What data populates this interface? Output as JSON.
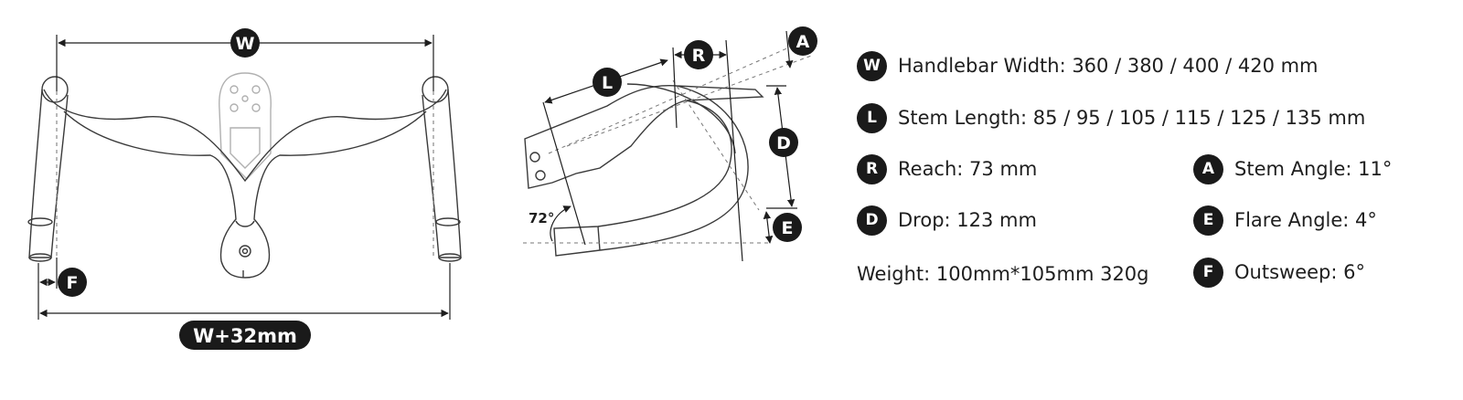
{
  "front_view": {
    "width_marker": "W",
    "outsweep_marker": "F",
    "overall_label": "W+32mm"
  },
  "side_view": {
    "angle_label": "72°",
    "markers": {
      "L": "L",
      "R": "R",
      "A": "A",
      "D": "D",
      "E": "E"
    }
  },
  "specs": [
    {
      "marker": "W",
      "text": "Handlebar Width: 360 / 380 / 400 / 420 mm"
    },
    {
      "marker": "L",
      "text": "Stem Length: 85 / 95 / 105 / 115 / 125 / 135 mm"
    },
    {
      "marker": "R",
      "text": "Reach: 73 mm"
    },
    {
      "marker": "D",
      "text": "Drop: 123 mm"
    },
    {
      "marker": "",
      "text": "Weight: 100mm*105mm 320g"
    },
    {
      "marker": "A",
      "text": "Stem Angle: 11°"
    },
    {
      "marker": "E",
      "text": "Flare Angle: 4°"
    },
    {
      "marker": "F",
      "text": "Outsweep: 6°"
    }
  ]
}
